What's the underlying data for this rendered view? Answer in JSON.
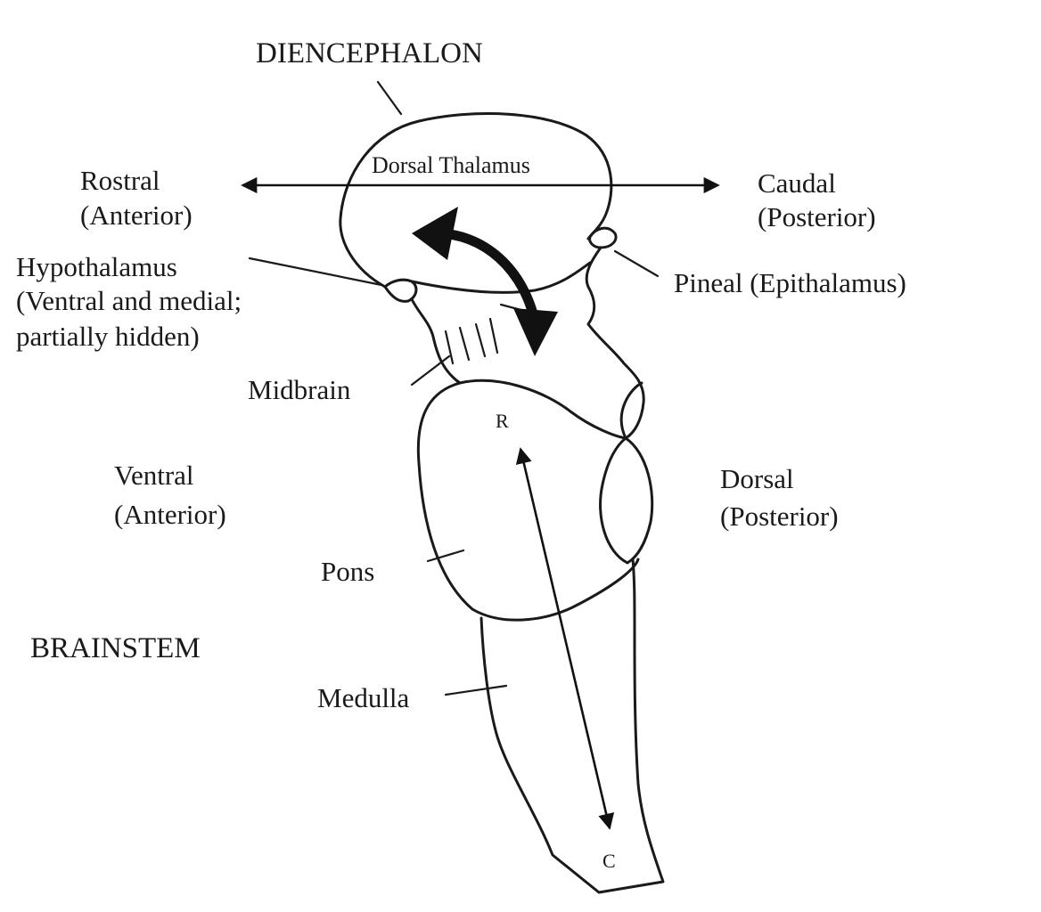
{
  "title": "DIENCEPHALON",
  "section_label": "BRAINSTEM",
  "structures": {
    "dorsal_thalamus": "Dorsal Thalamus",
    "hypothalamus": [
      "Hypothalamus",
      "(Ventral and medial;",
      "partially hidden)"
    ],
    "pineal": "Pineal (Epithalamus)",
    "midbrain": "Midbrain",
    "pons": "Pons",
    "medulla": "Medulla"
  },
  "directions": {
    "rostral": [
      "Rostral",
      "(Anterior)"
    ],
    "caudal": [
      "Caudal",
      "(Posterior)"
    ],
    "ventral": [
      "Ventral",
      "(Anterior)"
    ],
    "dorsal": [
      "Dorsal",
      "(Posterior)"
    ]
  },
  "axis_markers": {
    "rostral_end": "R",
    "caudal_end": "C"
  },
  "colors": {
    "ink": "#1a1a1a",
    "background": "#ffffff"
  }
}
